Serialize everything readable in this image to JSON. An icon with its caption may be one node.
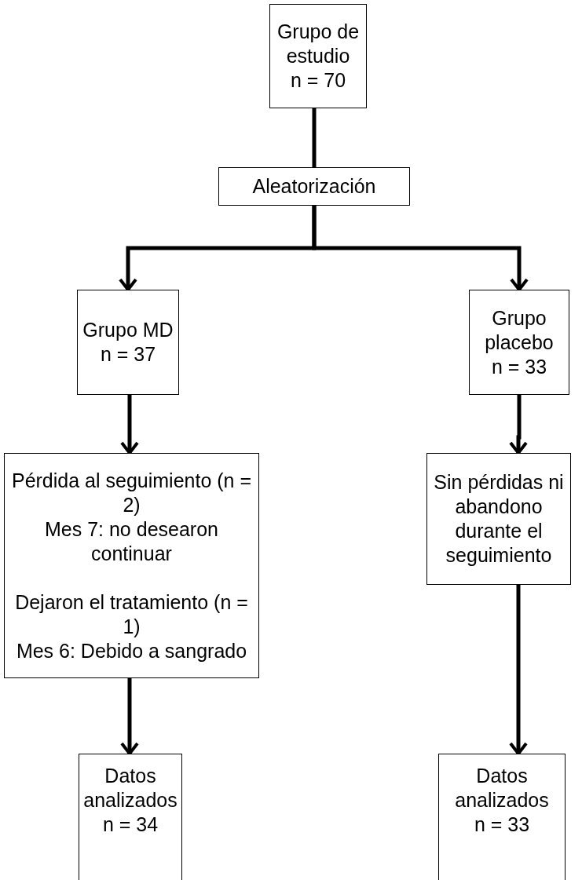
{
  "diagram": {
    "nodes": [
      {
        "text": [
          "Grupo de estudio",
          "n = 70"
        ]
      },
      {
        "text": [
          "Aleatorización"
        ]
      },
      {
        "text": [
          "Grupo MD",
          "n = 37"
        ]
      },
      {
        "text": [
          "Grupo placebo",
          "n = 33"
        ]
      },
      {
        "text": [
          "Pérdida al seguimiento (n = 2)",
          "Mes 7: no desearon continuar",
          "Dejaron el tratamiento (n = 1)",
          "Mes 6: Debido a sangrado"
        ]
      },
      {
        "text": [
          "Sin pérdidas ni abandono durante el seguimiento"
        ]
      },
      {
        "text": [
          "Datos analizados",
          "n = 34"
        ]
      },
      {
        "text": [
          "Datos analizados",
          "n = 33"
        ]
      }
    ],
    "edges": [
      {
        "from": 0,
        "to": 1,
        "arrow": "none"
      },
      {
        "from": 1,
        "to": 2,
        "arrow": "to"
      },
      {
        "from": 1,
        "to": 3,
        "arrow": "to"
      },
      {
        "from": 2,
        "to": 4,
        "arrow": "to"
      },
      {
        "from": 3,
        "to": 5,
        "arrow": "to"
      },
      {
        "from": 4,
        "to": 6,
        "arrow": "to"
      },
      {
        "from": 5,
        "to": 7,
        "arrow": "to"
      }
    ]
  }
}
